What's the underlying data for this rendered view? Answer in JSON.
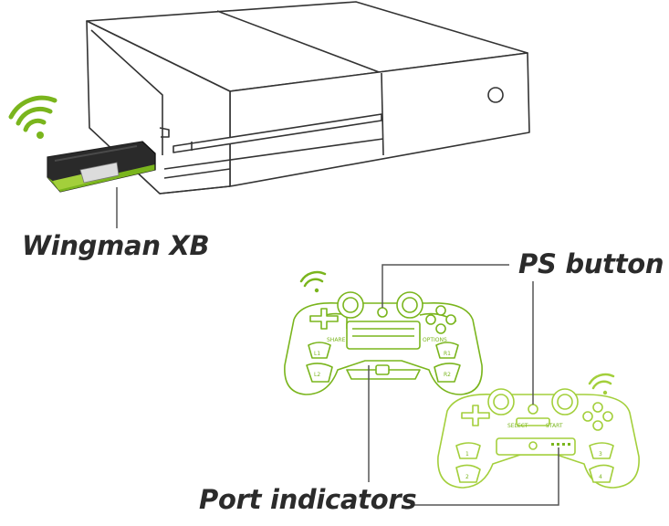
{
  "labels": {
    "dongle": "Wingman XB",
    "ps_button": "PS button",
    "port_indicators": "Port indicators"
  },
  "controller_marks": {
    "l1": "L1",
    "l2": "L2",
    "r1": "R1",
    "r2": "R2",
    "share": "SHARE",
    "options": "OPTIONS",
    "select": "SELECT",
    "start": "START",
    "port_1": "1",
    "port_2": "2",
    "port_3": "3",
    "port_4": "4"
  },
  "colors": {
    "outline": "#333333",
    "accent": "#7ab51d",
    "accent_light": "#a3cf3b",
    "dongle_body": "#2a2a2a",
    "text": "#2b2b2b"
  },
  "icons": [
    "wifi-icon",
    "console-power-icon"
  ]
}
